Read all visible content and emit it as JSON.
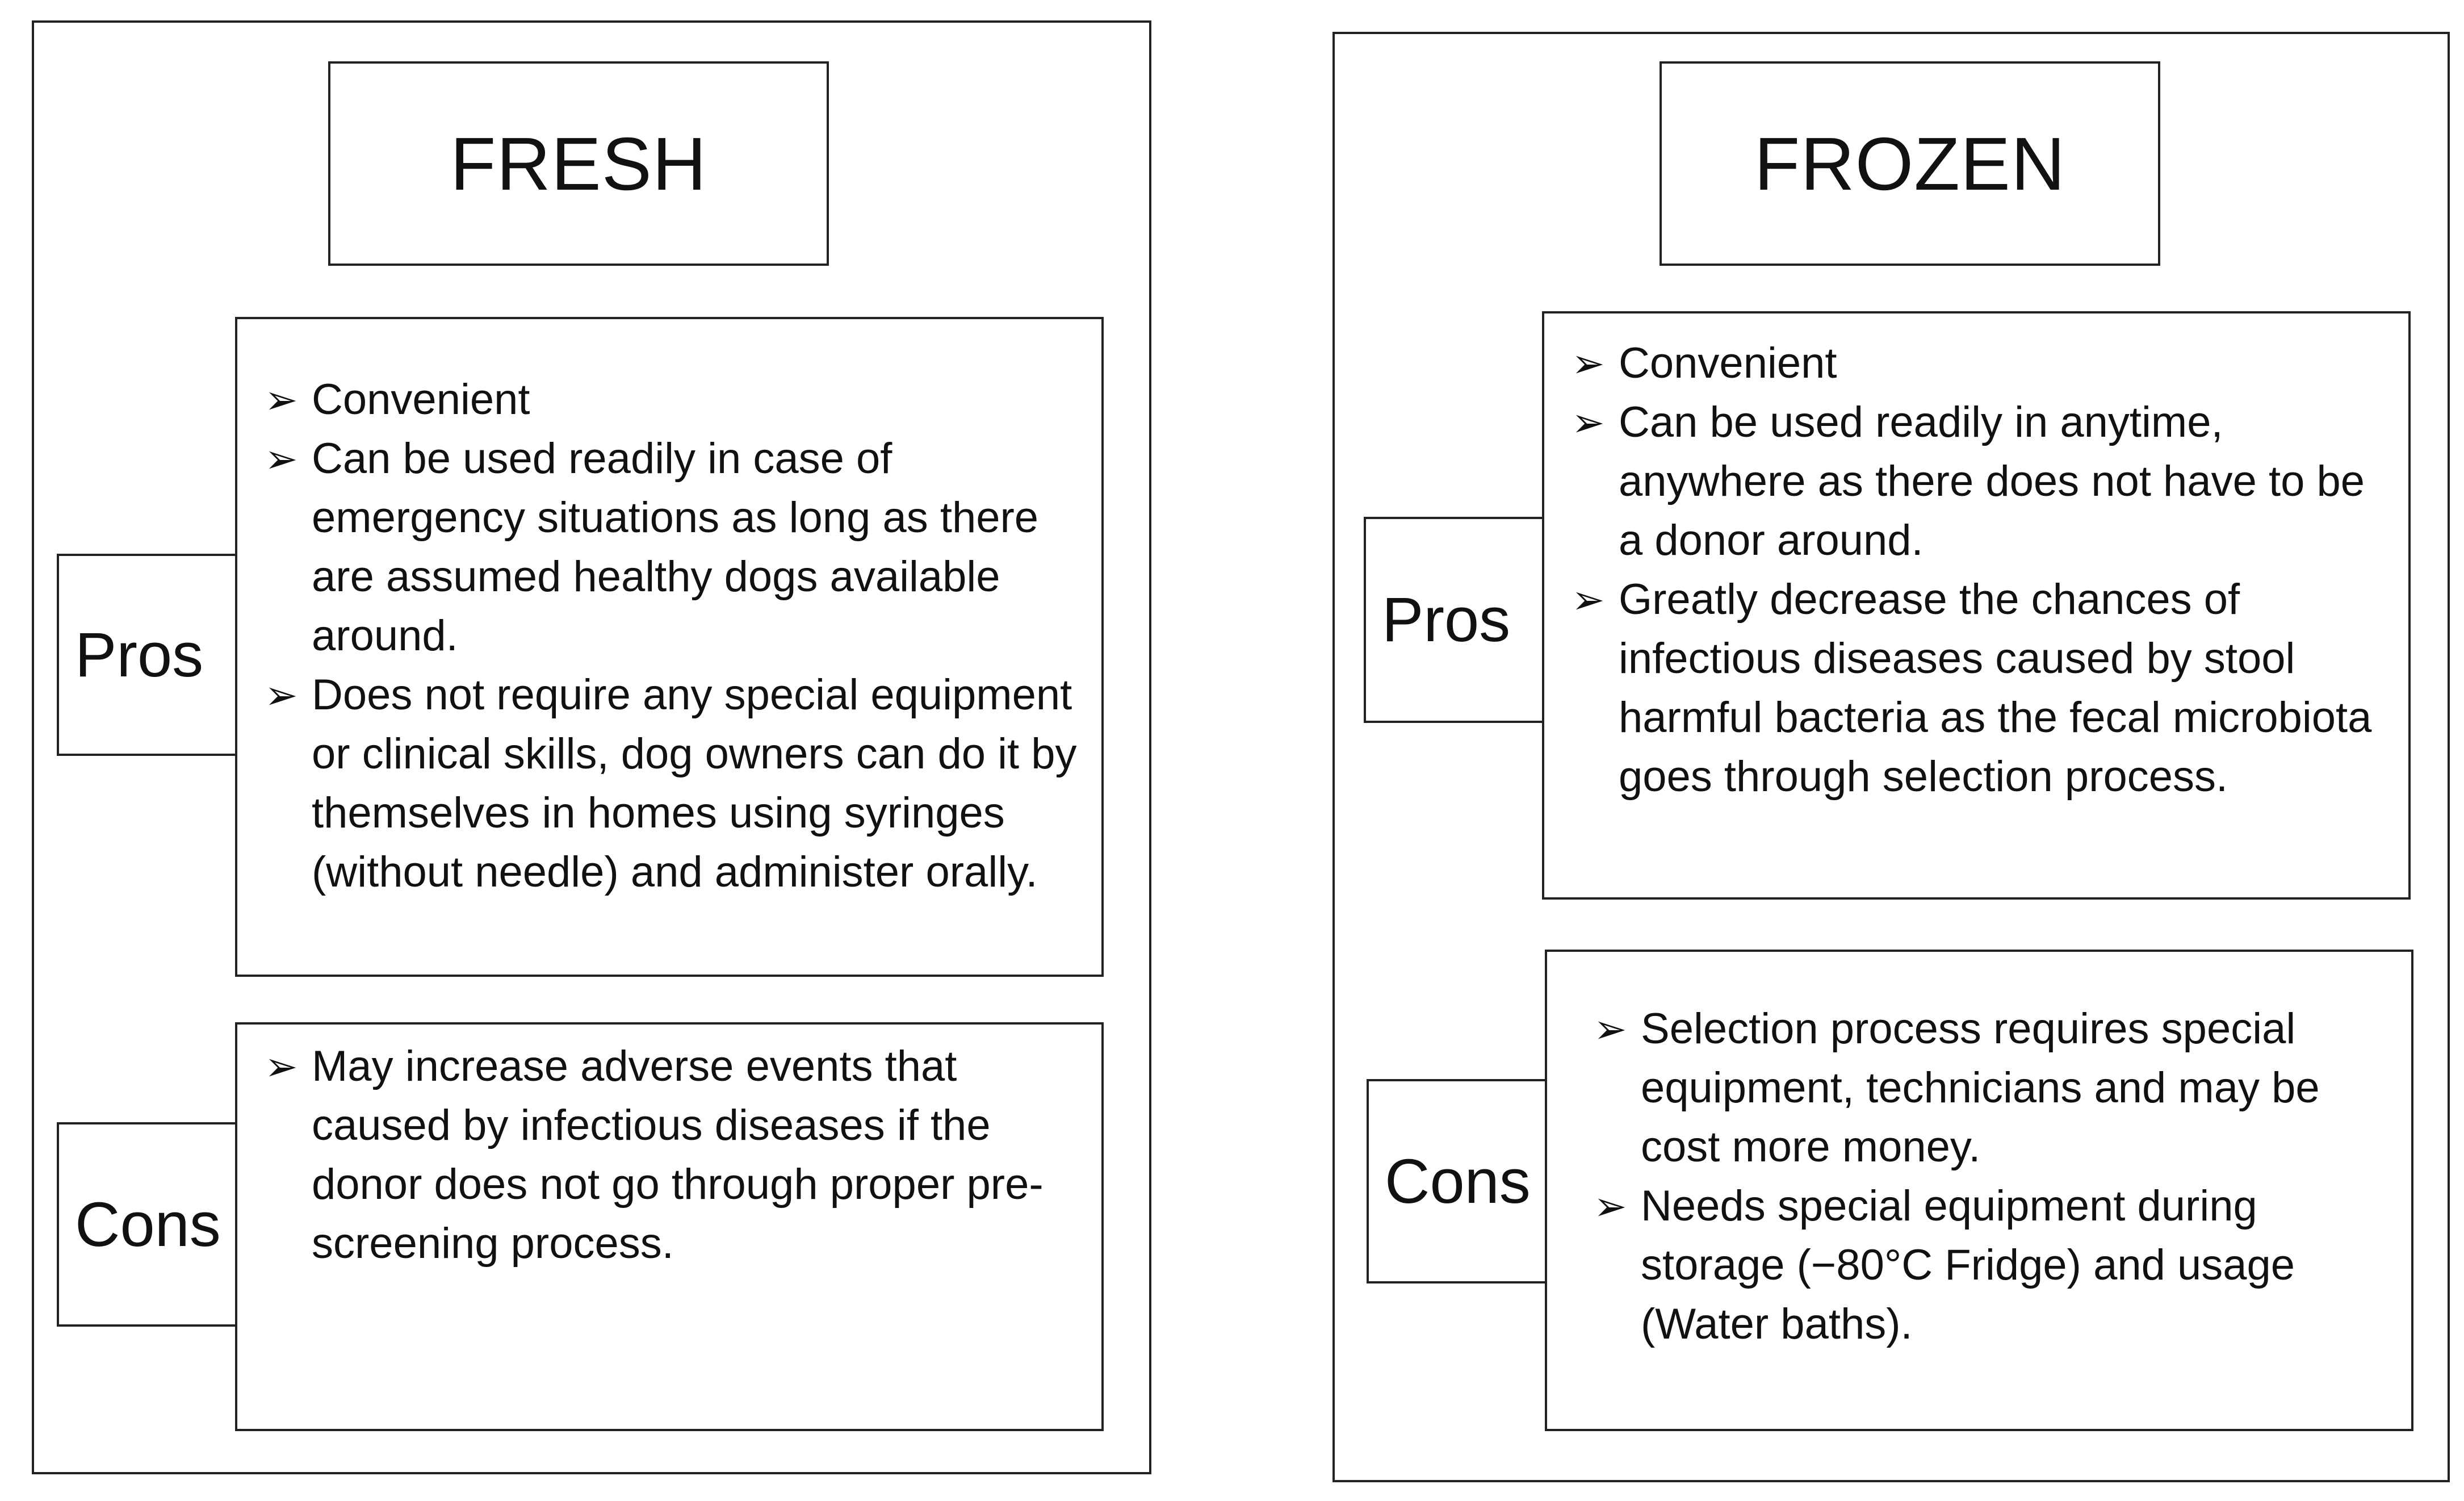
{
  "fresh": {
    "title": "FRESH",
    "pros_label": "Pros",
    "cons_label": "Cons",
    "pros": [
      "Convenient",
      "Can be used readily in case of emergency situations as long as there are assumed healthy dogs available around.",
      "Does not require any special equipment or clinical skills, dog owners can do it by themselves in homes using syringes (without needle) and administer orally."
    ],
    "cons": [
      "May increase adverse events that caused by infectious diseases if the donor does not go through proper pre-screening process."
    ]
  },
  "frozen": {
    "title": "FROZEN",
    "pros_label": "Pros",
    "cons_label": "Cons",
    "pros": [
      "Convenient",
      "Can be used readily in anytime, anywhere as there does not have to be a donor around.",
      "Greatly decrease the chances of infectious diseases caused by stool harmful bacteria as the fecal microbiota goes through selection process."
    ],
    "cons": [
      "Selection process requires special equipment, technicians and may be cost more money.",
      "Needs special equipment during storage (−80°C Fridge) and usage (Water baths)."
    ]
  },
  "bullet_icon": "arrowhead-bullet-icon"
}
